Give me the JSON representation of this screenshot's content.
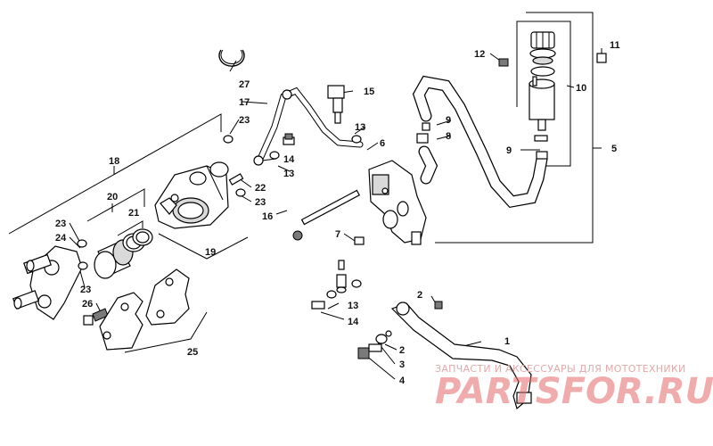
{
  "callouts": {
    "c1": "1",
    "c2a": "2",
    "c2b": "2",
    "c3": "3",
    "c4": "4",
    "c5": "5",
    "c6": "6",
    "c7": "7",
    "c8": "8",
    "c9a": "9",
    "c9b": "9",
    "c10": "10",
    "c11": "11",
    "c12": "12",
    "c13a": "13",
    "c13b": "13",
    "c13c": "13",
    "c14a": "14",
    "c14b": "14",
    "c15": "15",
    "c16": "16",
    "c17": "17",
    "c18": "18",
    "c19": "19",
    "c20": "20",
    "c21": "21",
    "c22": "22",
    "c23a": "23",
    "c23b": "23",
    "c23c": "23",
    "c23d": "23",
    "c24": "24",
    "c25": "25",
    "c26": "26",
    "c27": "27"
  },
  "watermark": {
    "tagline": "ЗАПЧАСТИ И АКСЕССУАРЫ ДЛЯ МОТОТЕХНИКИ",
    "brand": "PARTSFOR.RU"
  }
}
